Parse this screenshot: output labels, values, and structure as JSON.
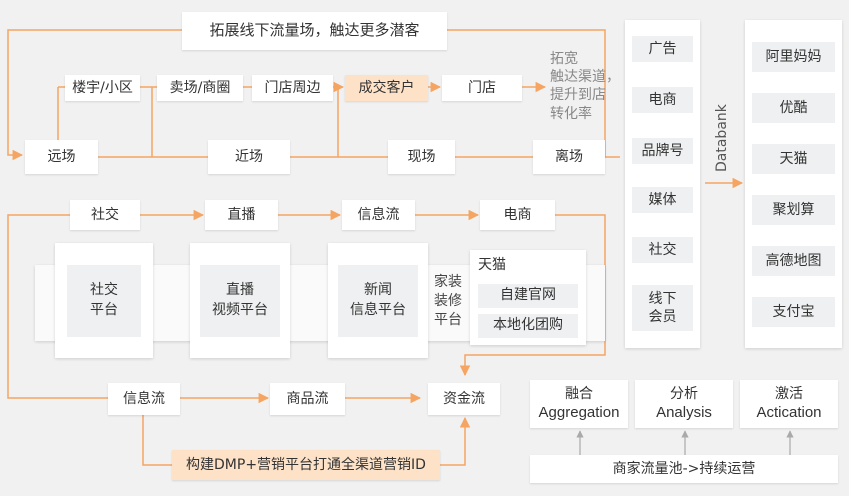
{
  "colors": {
    "accent": "#f5a462",
    "highlight_fill": "#fde2c8",
    "panel": "#ffffff",
    "cell": "#eef0f1",
    "background": "#f1f1f1"
  },
  "top": {
    "title": "拓展线下流量场，触达更多潜客",
    "row1": [
      "楼宇/小区",
      "卖场/商圈",
      "门店周边",
      "成交客户",
      "门店"
    ],
    "side_note": "拓宽\n触达渠道，\n提升到店\n转化率",
    "row2": [
      "远场",
      "近场",
      "现场",
      "离场"
    ]
  },
  "middle": {
    "flow": [
      "社交",
      "直播",
      "信息流",
      "电商"
    ],
    "platforms": [
      "社交\n平台",
      "直播\n视频平台",
      "新闻\n信息平台"
    ],
    "home_label": "家装\n装修\n平台",
    "tmall": {
      "title": "天猫",
      "items": [
        "自建官网",
        "本地化团购"
      ]
    }
  },
  "bottom": {
    "flow": [
      "信息流",
      "商品流",
      "资金流"
    ],
    "dmp": "构建DMP+营销平台打通全渠道营销ID"
  },
  "channels": [
    "广告",
    "电商",
    "品牌号",
    "媒体",
    "社交",
    "线下\n会员"
  ],
  "databank": "Databank",
  "partners": [
    "阿里妈妈",
    "优酷",
    "天猫",
    "聚划算",
    "高德地图",
    "支付宝"
  ],
  "stages": [
    {
      "cn": "融合",
      "en": "Aggregation"
    },
    {
      "cn": "分析",
      "en": "Analysis"
    },
    {
      "cn": "激活",
      "en": "Actication"
    }
  ],
  "pool": "商家流量池->持续运营"
}
